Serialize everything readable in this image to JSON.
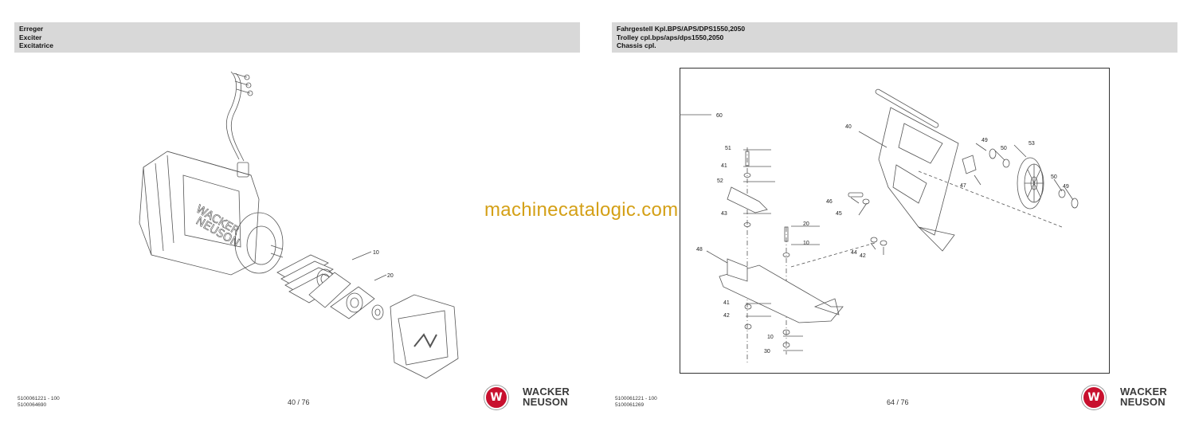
{
  "left_page": {
    "title_lines": [
      "Erreger",
      "Exciter",
      "Excitatrice"
    ],
    "callouts": [
      "10",
      "20"
    ],
    "doc_numbers": [
      "5100061221 - 100",
      "5100064690"
    ],
    "page_number": "40 / 76",
    "part_label": "WACKER NEUSON"
  },
  "right_page": {
    "title_lines": [
      "Fahrgestell Kpl.BPS/APS/DPS1550,2050",
      "Trolley cpl.bps/aps/dps1550,2050",
      "Chassis cpl."
    ],
    "callouts": [
      "60",
      "40",
      "51",
      "41",
      "52",
      "43",
      "20",
      "10",
      "46",
      "45",
      "47",
      "49",
      "50",
      "53",
      "50",
      "49",
      "48",
      "41",
      "42",
      "44",
      "42",
      "10",
      "30"
    ],
    "doc_numbers": [
      "5100061221 - 100",
      "5100061269"
    ],
    "page_number": "64 / 76"
  },
  "brand": {
    "name_line1": "WACKER",
    "name_line2": "NEUSON",
    "logo_letter": "W"
  },
  "watermark": "machinecatalogic.com",
  "colors": {
    "header_band": "#d8d8d8",
    "brand_red": "#c8102e",
    "watermark": "#d4a017"
  }
}
